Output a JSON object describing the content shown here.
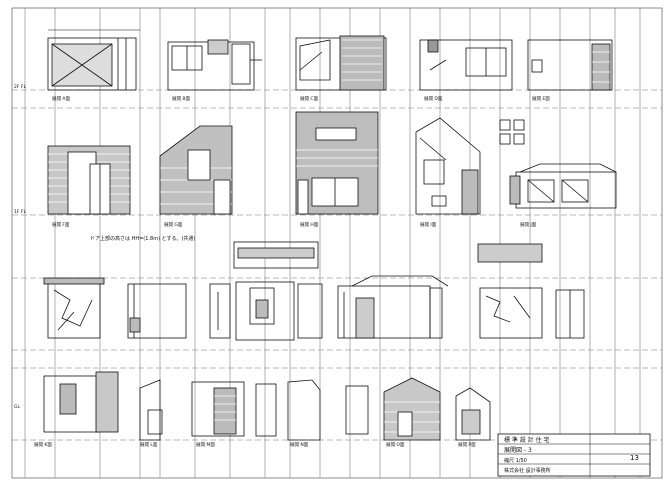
{
  "sheet": {
    "title_block": {
      "project_line": "標 準 設 計 住 宅",
      "drawing_name": "展開図 - 3",
      "scale_line": "縮尺 1/50",
      "sheet_no": "13",
      "company_line": "株式会社 設計事務所"
    },
    "note_door": "ドア上部の高さは HH=(1.8m) とする。(共通)",
    "labels": {
      "r1": [
        "展開 A面",
        "展開 B面",
        "展開 C面",
        "展開 D面",
        "展開 E面"
      ],
      "r2": [
        "展開 F面",
        "展開 G面",
        "展開 H面",
        "展開 I面",
        "展開 J面"
      ],
      "r4": [
        "展開 K面",
        "展開 L面",
        "展開 M面",
        "展開 N面",
        "展開 O面",
        "展開 P面"
      ]
    },
    "level_marks": [
      "2F FL",
      "1F FL",
      "GL"
    ]
  }
}
